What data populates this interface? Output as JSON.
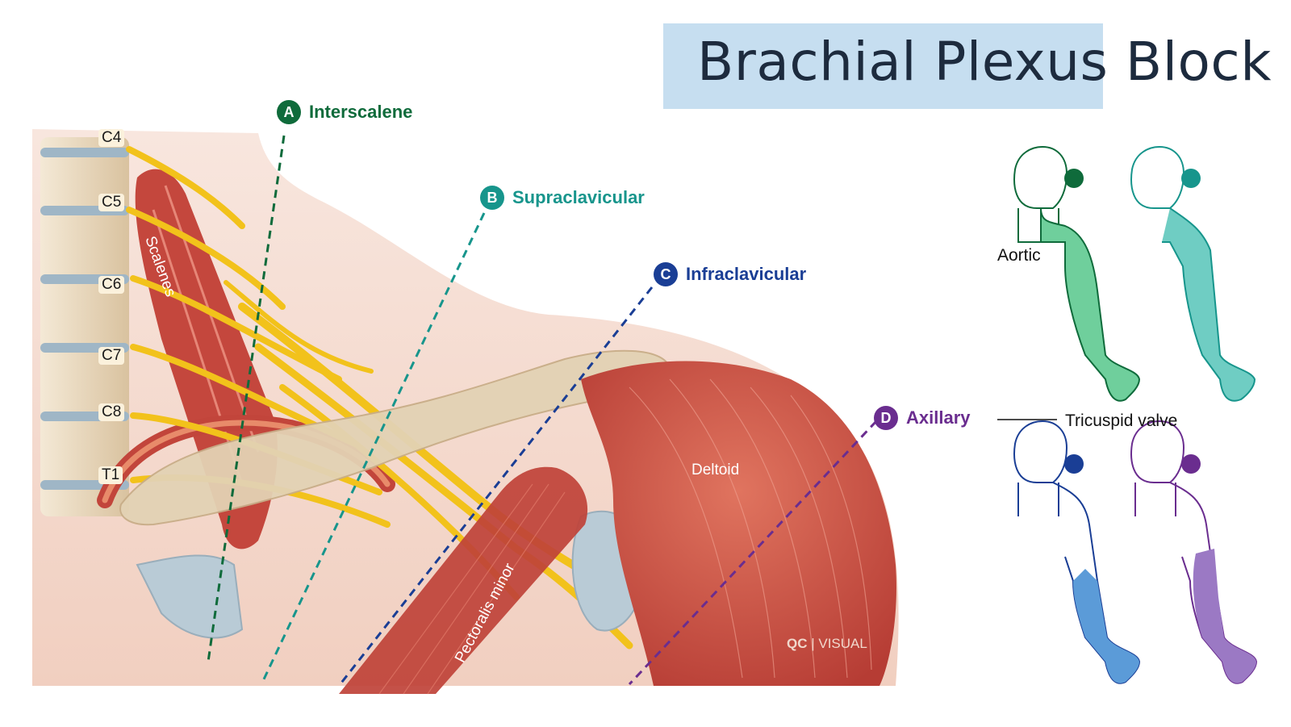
{
  "title": {
    "part1": "Brachial Plexus",
    "part2": "Block"
  },
  "blocks": [
    {
      "letter": "A",
      "name": "Interscalene",
      "color": "#0f6b3b"
    },
    {
      "letter": "B",
      "name": "Supraclavicular",
      "color": "#17958c"
    },
    {
      "letter": "C",
      "name": "Infraclavicular",
      "color": "#1a3e95"
    },
    {
      "letter": "D",
      "name": "Axillary",
      "color": "#6a2d8f"
    }
  ],
  "vertebrae": [
    "C4",
    "C5",
    "C6",
    "C7",
    "C8",
    "T1"
  ],
  "muscles": {
    "scalenes": "Scalenes",
    "deltoid": "Deltoid",
    "pectoralis_minor": "Pectoralis minor"
  },
  "stray_labels": {
    "aortic": "Aortic",
    "tricuspid": "Tricuspid valve"
  },
  "watermark": {
    "brand": "QC",
    "suffix": "VISUAL"
  },
  "colors": {
    "title_bg": "#c6def0",
    "skin": "#f3d5c8",
    "muscle": "#c5473e",
    "nerve": "#f2c21b",
    "bone": "#e3cfae",
    "zone_a": "#6fcf9c",
    "zone_b": "#6fcdc3",
    "zone_c": "#5b9bd8",
    "zone_d": "#9b79c4"
  }
}
